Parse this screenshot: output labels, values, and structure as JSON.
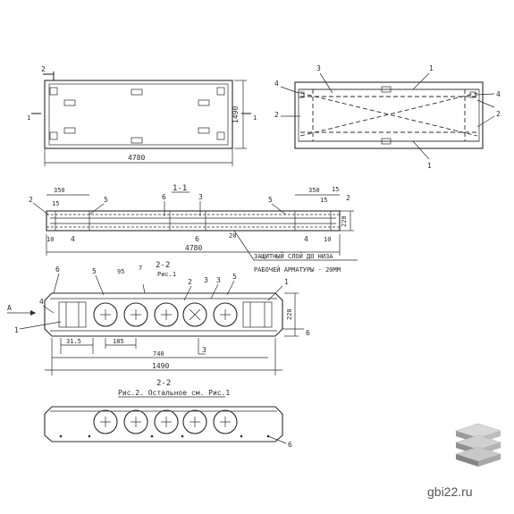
{
  "sheet": {
    "plan": {
      "width": "4780",
      "height": "1490",
      "section_mark": "1",
      "section_mark2": "2"
    },
    "schema": {
      "callouts": [
        "1",
        "2",
        "3",
        "4"
      ]
    },
    "section11": {
      "title": "1-1",
      "dims": {
        "length": "4780",
        "end_left": "350",
        "end_right": "350",
        "d15a": "15",
        "d15b": "15",
        "d15c": "15",
        "height": "220",
        "d10a": "10",
        "d10b": "10",
        "d20": "20"
      },
      "callouts": {
        "c2a": "2",
        "c5a": "5",
        "c6": "6",
        "c3": "3",
        "c5b": "5",
        "c2b": "2",
        "c4a": "4",
        "c6b": "6",
        "c4b": "4"
      },
      "note_line1": "ЗАЩИТНЫЙ СЛОЙ ДО НИЗА",
      "note_line2": "РАБОЧЕЙ АРМАТУРЫ - 20ММ"
    },
    "section_ref": {
      "label": "2-2",
      "sub": "Рис.1"
    },
    "section33": {
      "callouts": {
        "c6": "6",
        "c5": "5",
        "c5b": "5",
        "c7": "7",
        "c2": "2",
        "c3": "3",
        "c3b": "3",
        "c1": "1",
        "c4": "4",
        "c1b": "1",
        "c6b": "6",
        "arrow_a": "A",
        "cut3": "3"
      },
      "dims": {
        "d95": "95",
        "d185": "185",
        "d315": "31.5",
        "d740": "740",
        "d1490": "1490",
        "height": "220"
      }
    },
    "section22": {
      "title": "2-2",
      "caption": "Рис.2. Остальное см. Рис.1",
      "c6": "6"
    }
  },
  "watermark": {
    "text": "gbi22.ru",
    "icon": "stacked-slabs-icon"
  }
}
